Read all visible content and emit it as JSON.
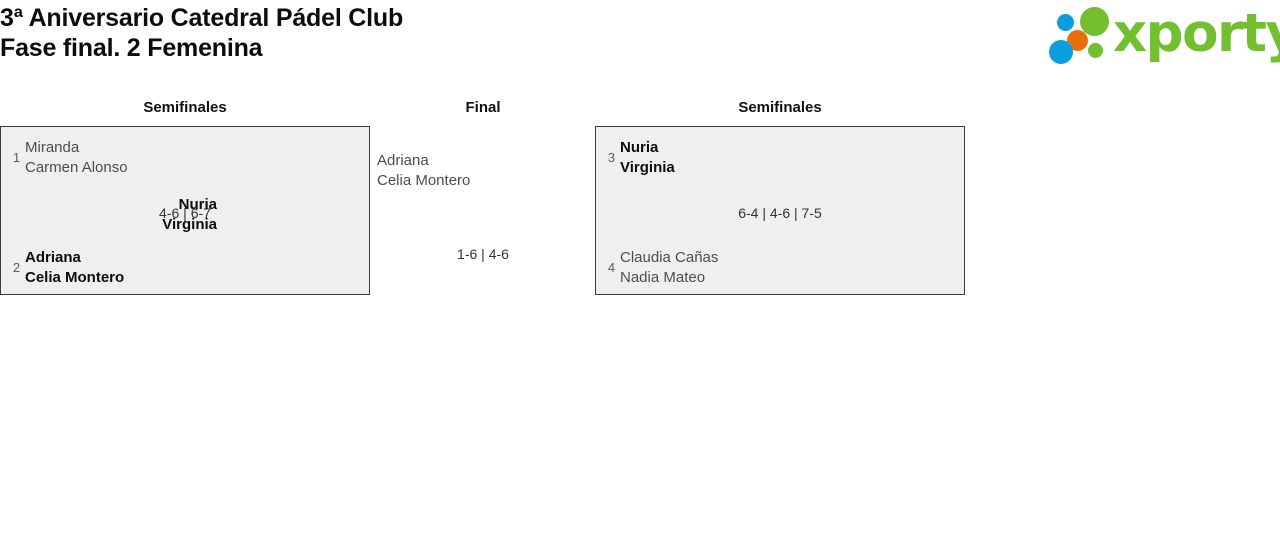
{
  "header": {
    "title_line_1": "3ª Aniversario Catedral Pádel Club",
    "title_line_2": "Fase final. 2 Femenina"
  },
  "logo": {
    "wordmark": "xporty",
    "colors": {
      "green": "#72bf2f",
      "blue": "#0a9ede",
      "orange": "#e8700c"
    },
    "dots": [
      {
        "name": "blue-small-dot",
        "color": "#0a9ede"
      },
      {
        "name": "green-large-dot",
        "color": "#72bf2f"
      },
      {
        "name": "orange-dot",
        "color": "#e8700c"
      },
      {
        "name": "blue-large-dot",
        "color": "#0a9ede"
      },
      {
        "name": "green-small-dot",
        "color": "#72bf2f"
      }
    ]
  },
  "bracket": {
    "round_headings": {
      "left": "Semifinales",
      "center": "Final",
      "right": "Semifinales"
    },
    "matches": {
      "semifinal_left": {
        "score": "4-6 | 6-7",
        "teams": [
          {
            "seed": "1",
            "player_1": "Miranda",
            "player_2": "Carmen Alonso",
            "result": "loser"
          },
          {
            "seed": "2",
            "player_1": "Adriana",
            "player_2": "Celia Montero",
            "result": "winner"
          }
        ]
      },
      "semifinal_right": {
        "score": "6-4 | 4-6 | 7-5",
        "teams": [
          {
            "seed": "3",
            "player_1": "Nuria",
            "player_2": "Virginia",
            "result": "winner"
          },
          {
            "seed": "4",
            "player_1": "Claudia Cañas",
            "player_2": "Nadia Mateo",
            "result": "loser"
          }
        ]
      },
      "final": {
        "score": "1-6 | 4-6",
        "teams": [
          {
            "player_1": "Adriana",
            "player_2": "Celia Montero",
            "result": "loser"
          },
          {
            "player_1": "Nuria",
            "player_2": "Virginia",
            "result": "winner"
          }
        ]
      }
    }
  }
}
